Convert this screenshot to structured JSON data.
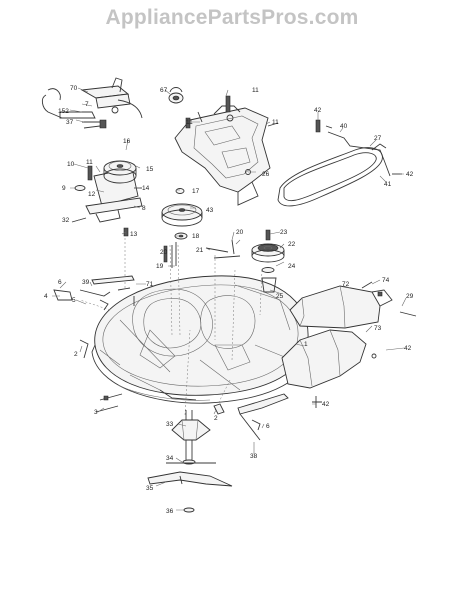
{
  "watermark": "AppliancePartsPros.com",
  "labels": [
    {
      "id": "l70",
      "text": "70"
    },
    {
      "id": "l7",
      "text": "7"
    },
    {
      "id": "l152",
      "text": "152"
    },
    {
      "id": "l37",
      "text": "37"
    },
    {
      "id": "l67",
      "text": "67"
    },
    {
      "id": "l11a",
      "text": "11"
    },
    {
      "id": "l11b",
      "text": "11"
    },
    {
      "id": "l11c",
      "text": "11"
    },
    {
      "id": "l16",
      "text": "16"
    },
    {
      "id": "l15",
      "text": "15"
    },
    {
      "id": "l10",
      "text": "10"
    },
    {
      "id": "l11d",
      "text": "11"
    },
    {
      "id": "l9",
      "text": "9"
    },
    {
      "id": "l12",
      "text": "12"
    },
    {
      "id": "l14",
      "text": "14"
    },
    {
      "id": "l8",
      "text": "8"
    },
    {
      "id": "l32",
      "text": "32"
    },
    {
      "id": "l13",
      "text": "13"
    },
    {
      "id": "l17",
      "text": "17"
    },
    {
      "id": "l43",
      "text": "43"
    },
    {
      "id": "l18",
      "text": "18"
    },
    {
      "id": "l26",
      "text": "26"
    },
    {
      "id": "l42a",
      "text": "42"
    },
    {
      "id": "l40",
      "text": "40"
    },
    {
      "id": "l27",
      "text": "27"
    },
    {
      "id": "l41",
      "text": "41"
    },
    {
      "id": "l42b",
      "text": "42"
    },
    {
      "id": "l19",
      "text": "19"
    },
    {
      "id": "l20a",
      "text": "20"
    },
    {
      "id": "l20b",
      "text": "20"
    },
    {
      "id": "l21",
      "text": "21"
    },
    {
      "id": "l23",
      "text": "23"
    },
    {
      "id": "l22",
      "text": "22"
    },
    {
      "id": "l24",
      "text": "24"
    },
    {
      "id": "l25",
      "text": "25"
    },
    {
      "id": "l74",
      "text": "74"
    },
    {
      "id": "l72",
      "text": "72"
    },
    {
      "id": "l29",
      "text": "29"
    },
    {
      "id": "l73",
      "text": "73"
    },
    {
      "id": "l6",
      "text": "6"
    },
    {
      "id": "l39",
      "text": "39"
    },
    {
      "id": "l4",
      "text": "4"
    },
    {
      "id": "l71",
      "text": "71"
    },
    {
      "id": "l5",
      "text": "5"
    },
    {
      "id": "l1",
      "text": "1"
    },
    {
      "id": "l42c",
      "text": "42"
    },
    {
      "id": "l2a",
      "text": "2"
    },
    {
      "id": "l3",
      "text": "3"
    },
    {
      "id": "l42d",
      "text": "42"
    },
    {
      "id": "l33",
      "text": "33"
    },
    {
      "id": "l2b",
      "text": "2"
    },
    {
      "id": "l6b",
      "text": "6"
    },
    {
      "id": "l38",
      "text": "38"
    },
    {
      "id": "l34",
      "text": "34"
    },
    {
      "id": "l35",
      "text": "35"
    },
    {
      "id": "l36",
      "text": "36"
    }
  ]
}
